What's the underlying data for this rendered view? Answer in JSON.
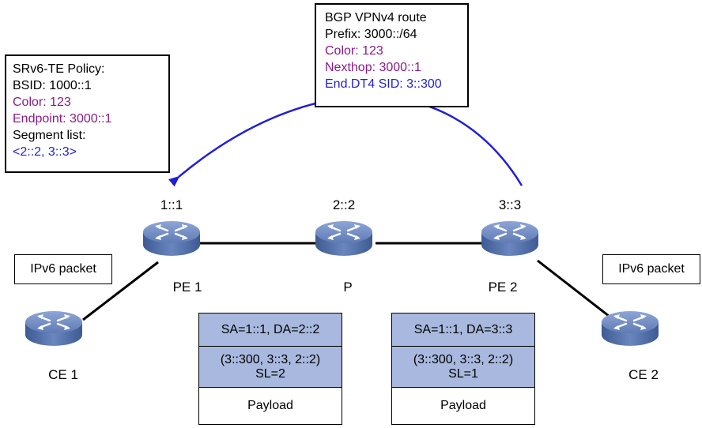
{
  "colors": {
    "accent_purple": "#8b1a89",
    "accent_blue": "#1f1fd6",
    "header_fill": "#a8b8de",
    "router": "#5f7bb5"
  },
  "policy_box": {
    "lines": [
      {
        "text": "SRv6-TE Policy:",
        "color": "#000000"
      },
      {
        "text": "BSID: 1000::1",
        "color": "#000000"
      },
      {
        "text": "Color: 123",
        "color": "#8b1a89"
      },
      {
        "text": "Endpoint: 3000::1",
        "color": "#8b1a89"
      },
      {
        "text": "Segment list:",
        "color": "#000000"
      },
      {
        "text": "<2::2, 3::3>",
        "color": "#1f1fd6"
      }
    ]
  },
  "route_box": {
    "lines": [
      {
        "text": "BGP VPNv4 route",
        "color": "#000000"
      },
      {
        "text": "Prefix: 3000::/64",
        "color": "#000000"
      },
      {
        "text": "Color: 123",
        "color": "#8b1a89"
      },
      {
        "text": "Nexthop: 3000::1",
        "color": "#8b1a89"
      },
      {
        "text": "End.DT4 SID: 3::300",
        "color": "#1f1fd6"
      }
    ]
  },
  "packet_labels": {
    "left": "IPv6 packet",
    "right": "IPv6 packet"
  },
  "nodes": {
    "pe1": {
      "address": "1::1",
      "name": "PE 1"
    },
    "p": {
      "address": "2::2",
      "name": "P"
    },
    "pe2": {
      "address": "3::3",
      "name": "PE 2"
    },
    "ce1": {
      "name": "CE 1"
    },
    "ce2": {
      "name": "CE 2"
    }
  },
  "headers": [
    {
      "sa_da": "SA=1::1, DA=2::2",
      "srh": "(3::300, 3::3, 2::2)",
      "sl": "SL=2",
      "payload": "Payload"
    },
    {
      "sa_da": "SA=1::1, DA=3::3",
      "srh": "(3::300, 3::3, 2::2)",
      "sl": "SL=1",
      "payload": "Payload"
    }
  ]
}
